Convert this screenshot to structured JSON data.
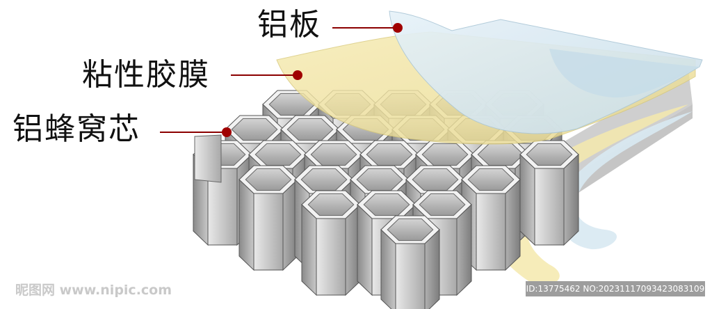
{
  "labels": {
    "aluminum_plate": "铝板",
    "adhesive_film": "粘性胶膜",
    "honeycomb_core": "铝蜂窝芯"
  },
  "watermark": {
    "site": "昵图网 www.nipic.com",
    "id_text": "ID:13775462 NO:20231117093423083109"
  },
  "colors": {
    "leader_line": "#8b0000",
    "aluminum_plate_sheet": "#dcebf3",
    "adhesive_film_sheet": "#f2e6a6",
    "honeycomb_metal": "#bdbdbd"
  }
}
